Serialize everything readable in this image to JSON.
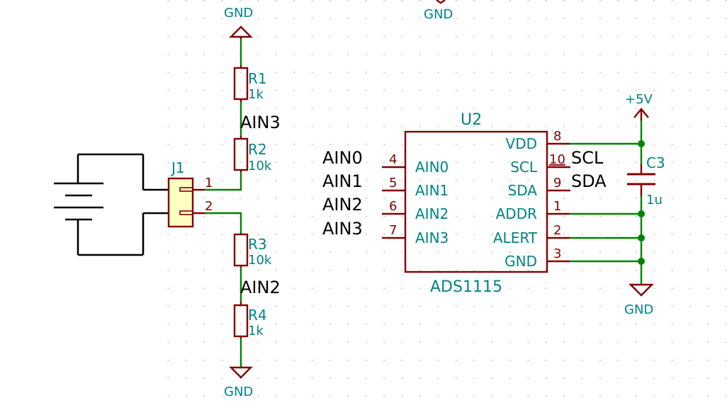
{
  "colors": {
    "wire": "#008400",
    "component": "#840000",
    "label": "#008484",
    "net_label": "#000000",
    "connector_fill": "#ffffc2",
    "background": "#ffffff",
    "grid_dot": "#b8b8b8"
  },
  "power": {
    "gnd_top": "GND",
    "gnd_top_center": "GND",
    "gnd_bottom": "GND",
    "gnd_cap": "GND",
    "vcc": "+5V"
  },
  "resistors": [
    {
      "ref": "R1",
      "value": "1k"
    },
    {
      "ref": "R2",
      "value": "10k"
    },
    {
      "ref": "R3",
      "value": "10k"
    },
    {
      "ref": "R4",
      "value": "1k"
    }
  ],
  "net_labels": {
    "ain3_divider": "AIN3",
    "ain2_divider": "AIN2",
    "ain0_input": "AIN0",
    "ain1_input": "AIN1",
    "ain2_input": "AIN2",
    "ain3_input": "AIN3",
    "scl": "SCL",
    "sda": "SDA"
  },
  "connector": {
    "ref": "J1",
    "pin1": "1",
    "pin2": "2"
  },
  "capacitor": {
    "ref": "C3",
    "value": "1u"
  },
  "ic": {
    "ref": "U2",
    "value": "ADS1115",
    "left_pins": [
      {
        "name": "AIN0",
        "number": "4"
      },
      {
        "name": "AIN1",
        "number": "5"
      },
      {
        "name": "AIN2",
        "number": "6"
      },
      {
        "name": "AIN3",
        "number": "7"
      }
    ],
    "right_pins": [
      {
        "name": "VDD",
        "number": "8"
      },
      {
        "name": "SCL",
        "number": "10"
      },
      {
        "name": "SDA",
        "number": "9"
      },
      {
        "name": "ADDR",
        "number": "1"
      },
      {
        "name": "ALERT",
        "number": "2"
      },
      {
        "name": "GND",
        "number": "3"
      }
    ]
  }
}
